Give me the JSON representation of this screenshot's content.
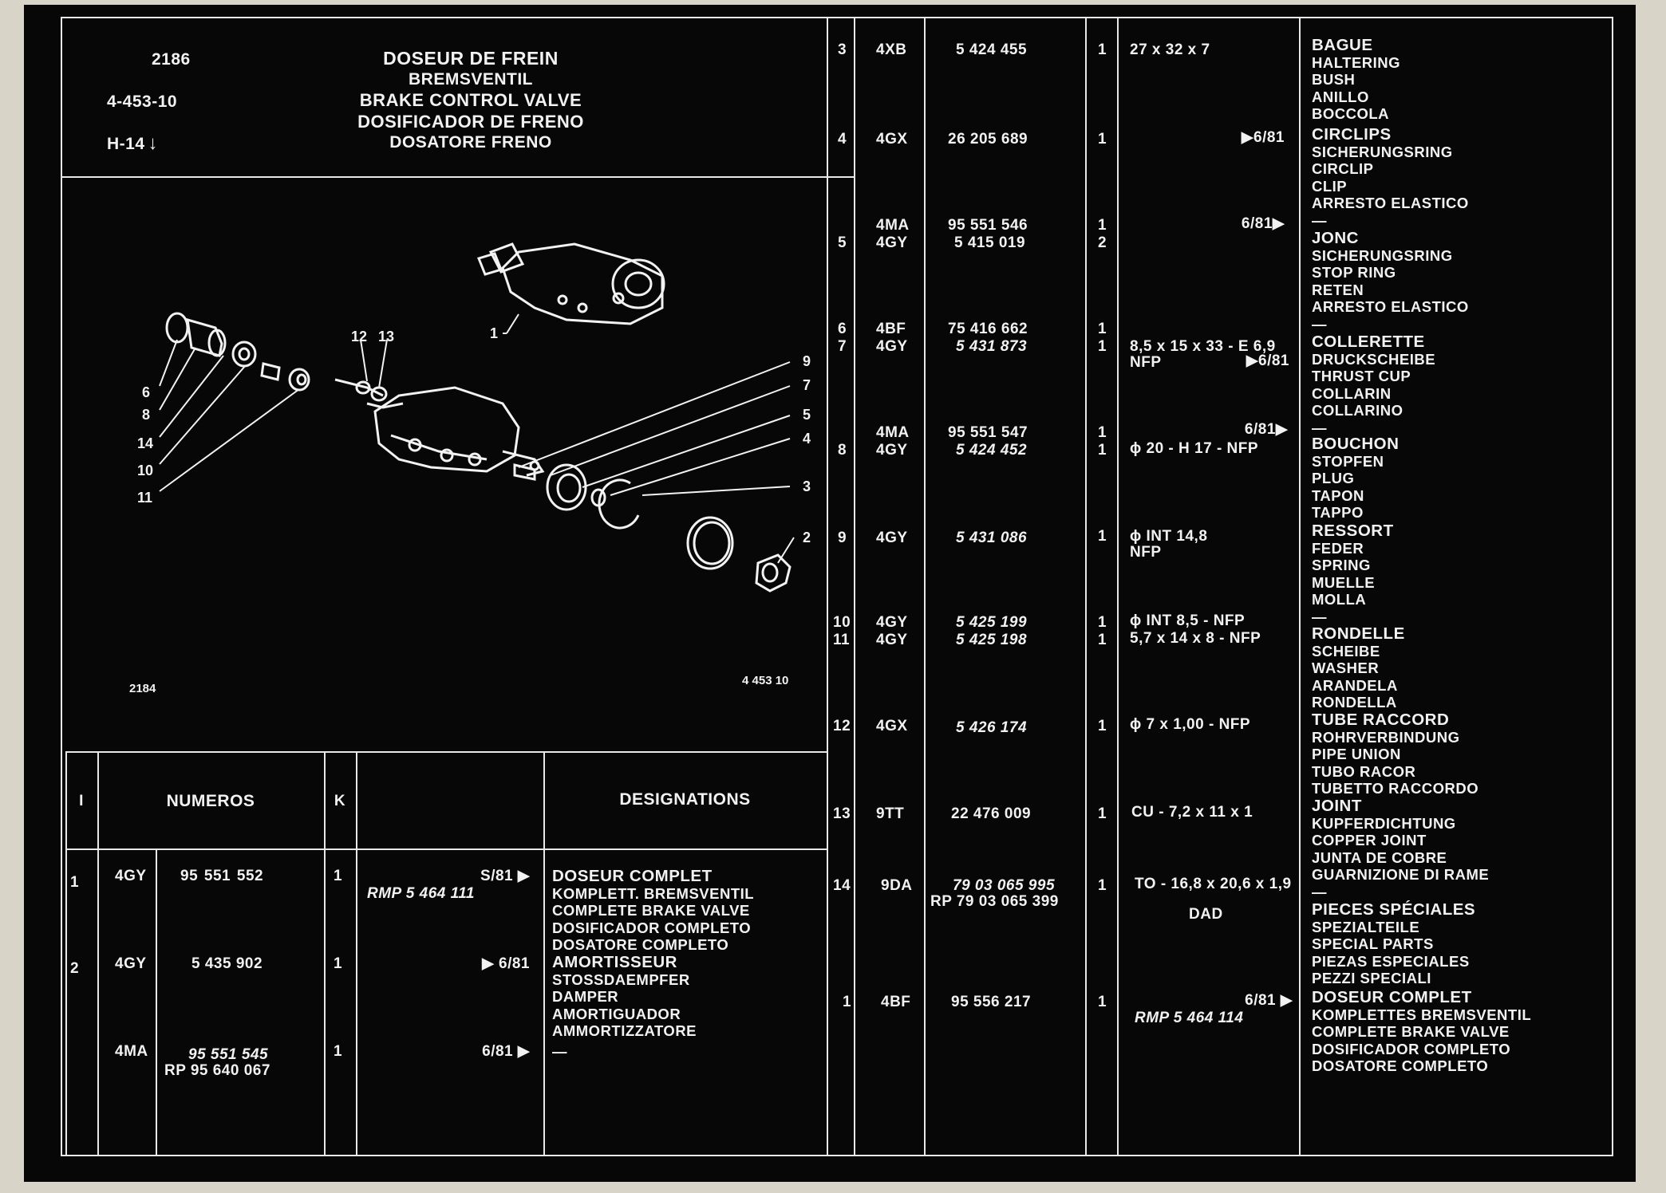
{
  "header": {
    "plate_number": "2186",
    "ref_code": "4-453-10",
    "position": "H-14",
    "title_lines": [
      "DOSEUR DE FREIN",
      "BREMSVENTIL",
      "BRAKE CONTROL VALVE",
      "DOSIFICADOR DE FRENO",
      "DOSATORE FRENO"
    ]
  },
  "diagram": {
    "caption_left": "2184",
    "caption_right": "4  453  10",
    "callouts": [
      "1",
      "2",
      "3",
      "4",
      "5",
      "6",
      "7",
      "8",
      "9",
      "10",
      "11",
      "12",
      "13",
      "14"
    ]
  },
  "table_headers": {
    "index": "I",
    "numbers": "NUMEROS",
    "k": "K",
    "designations": "DESIGNATIONS"
  },
  "left_rows": [
    {
      "idx": "1",
      "code": "4GY",
      "num": "95  551  552",
      "k": "1",
      "date": "S/81 ▶",
      "note": "RMP 5  464  111",
      "desc": [
        "DOSEUR COMPLET",
        "KOMPLETT. BREMSVENTIL",
        "COMPLETE BRAKE VALVE",
        "DOSIFICADOR COMPLETO",
        "DOSATORE COMPLETO"
      ]
    },
    {
      "idx": "2",
      "code": "4GY",
      "num": "5  435  902",
      "k": "1",
      "date": "▶ 6/81",
      "desc": [
        "AMORTISSEUR",
        "STOSSDAEMPFER",
        "DAMPER",
        "AMORTIGUADOR",
        "AMMORTIZZATORE"
      ]
    },
    {
      "idx": "",
      "code": "4MA",
      "num": "95  551  545",
      "num2": "RP 95  640  067",
      "k": "1",
      "date": "6/81 ▶",
      "desc": [
        "—"
      ]
    }
  ],
  "right_rows": [
    {
      "idx": "3",
      "code": "4XB",
      "num": "5  424  455",
      "k": "1",
      "spec": "27 x 32 x 7",
      "date": ""
    },
    {
      "idx": "4",
      "code": "4GX",
      "num": "26  205  689",
      "k": "1",
      "spec": "",
      "date": "▶6/81"
    },
    {
      "idx": "5",
      "code": "4MA",
      "num": "95  551  546",
      "k": "1",
      "spec": "",
      "date": "6/81▶"
    },
    {
      "idx": "",
      "code": "4GY",
      "num": "5  415  019",
      "k": "2",
      "spec": "",
      "date": ""
    },
    {
      "idx": "6",
      "code": "4BF",
      "num": "75  416  662",
      "k": "1",
      "spec": "",
      "date": ""
    },
    {
      "idx": "7",
      "code": "4GY",
      "num": "5  431  873",
      "k": "1",
      "spec": "8,5 x 15 x 33 - E 6,9",
      "spec2": "NFP",
      "date": "▶6/81"
    },
    {
      "idx": "",
      "code": "4MA",
      "num": "95  551  547",
      "k": "1",
      "spec": "",
      "date": "6/81▶"
    },
    {
      "idx": "8",
      "code": "4GY",
      "num": "5  424  452",
      "k": "1",
      "spec": "ϕ 20 - H 17 - NFP",
      "date": ""
    },
    {
      "idx": "9",
      "code": "4GY",
      "num": "5  431  086",
      "k": "1",
      "spec": "ϕ  INT 14,8",
      "spec2": "NFP",
      "date": ""
    },
    {
      "idx": "10",
      "code": "4GY",
      "num": "5  425  199",
      "k": "1",
      "spec": "ϕ INT 8,5 - NFP",
      "date": ""
    },
    {
      "idx": "11",
      "code": "4GY",
      "num": "5  425  198",
      "k": "1",
      "spec": "5,7 x 14 x 8 - NFP",
      "date": ""
    },
    {
      "idx": "12",
      "code": "4GX",
      "num": "5  426  174",
      "k": "1",
      "spec": "ϕ 7 x 1,00  - NFP",
      "date": ""
    },
    {
      "idx": "13",
      "code": "9TT",
      "num": "22  476  009",
      "k": "1",
      "spec": "CU - 7,2 x 11 x 1",
      "date": ""
    },
    {
      "idx": "14",
      "code": "9DA",
      "num": "79  03  065  995",
      "num2": "RP 79  03  065  399",
      "k": "1",
      "spec": "TO - 16,8 x 20,6 x 1,9",
      "spec2": "DAD",
      "date": ""
    },
    {
      "idx": "1",
      "code": "4BF",
      "num": "95  556  217",
      "k": "1",
      "spec": "RMP 5  464  114",
      "date": "6/81 ▶"
    }
  ],
  "right_desc": [
    [
      "BAGUE",
      "HALTERING",
      "BUSH",
      "ANILLO",
      "BOCCOLA"
    ],
    [
      "CIRCLIPS",
      "SICHERUNGSRING",
      "CIRCLIP",
      "CLIP",
      "ARRESTO ELASTICO",
      "—"
    ],
    [
      "JONC",
      "SICHERUNGSRING",
      "STOP RING",
      "RETEN",
      "ARRESTO ELASTICO",
      "—"
    ],
    [
      "COLLERETTE",
      "DRUCKSCHEIBE",
      "THRUST CUP",
      "COLLARIN",
      "COLLARINO",
      "—"
    ],
    [
      "BOUCHON",
      "STOPFEN",
      "PLUG",
      "TAPON",
      "TAPPO"
    ],
    [
      "RESSORT",
      "FEDER",
      "SPRING",
      "MUELLE",
      "MOLLA",
      "—"
    ],
    [
      "RONDELLE",
      "SCHEIBE",
      "WASHER",
      "ARANDELA",
      "RONDELLA"
    ],
    [
      "TUBE RACCORD",
      "ROHRVERBINDUNG",
      "PIPE UNION",
      "TUBO RACOR",
      "TUBETTO RACCORDO"
    ],
    [
      "JOINT",
      "KUPFERDICHTUNG",
      "COPPER JOINT",
      "JUNTA DE COBRE",
      "GUARNIZIONE DI RAME",
      "—"
    ],
    [
      "PIECES SPÉCIALES",
      "SPEZIALTEILE",
      "SPECIAL PARTS",
      "PIEZAS ESPECIALES",
      "PEZZI SPECIALI"
    ],
    [
      "DOSEUR COMPLET",
      "KOMPLETTES BREMSVENTIL",
      "COMPLETE BRAKE VALVE",
      "DOSIFICADOR COMPLETO",
      "DOSATORE COMPLETO"
    ]
  ]
}
